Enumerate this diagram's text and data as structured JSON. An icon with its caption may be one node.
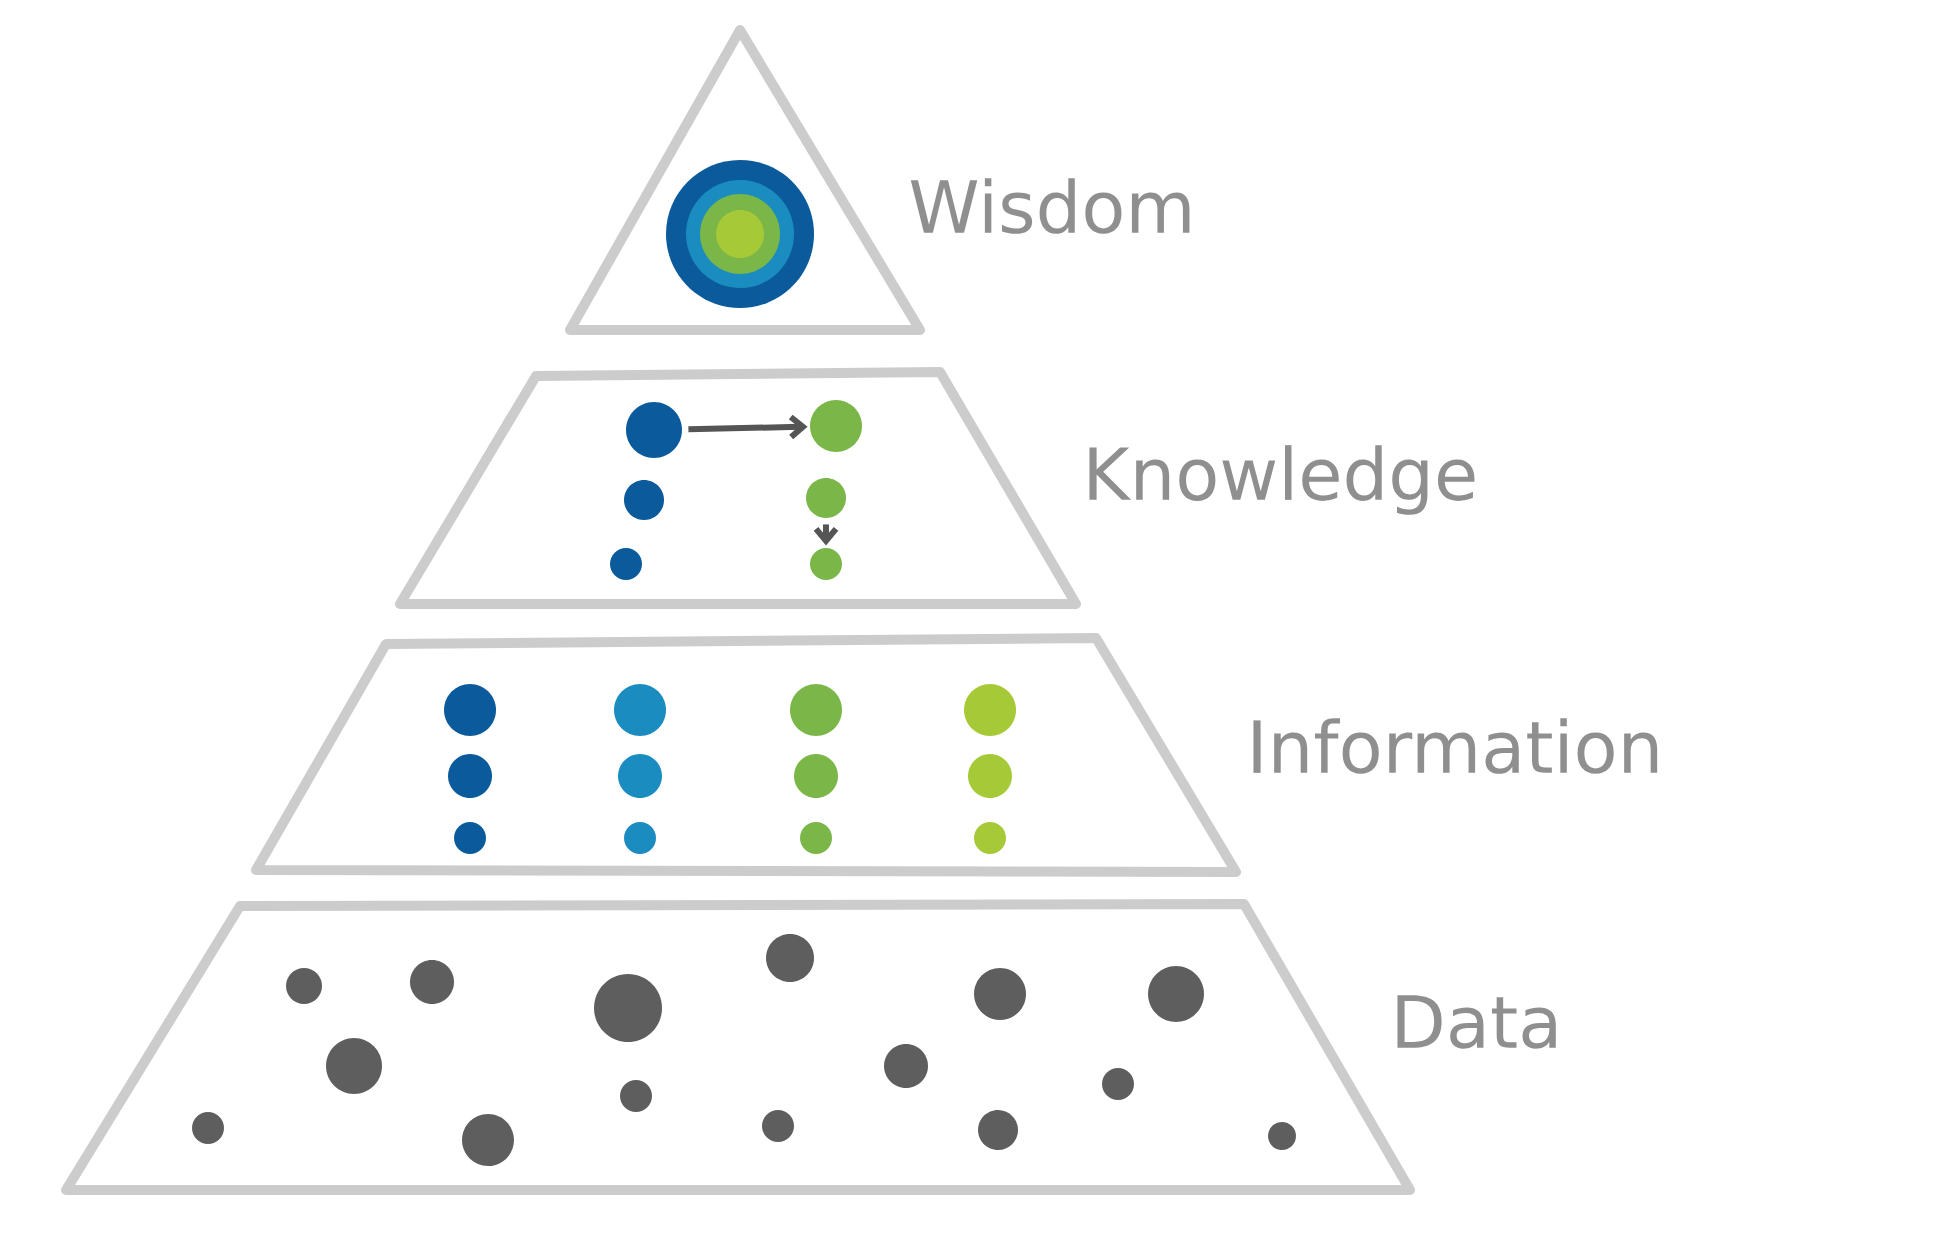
{
  "diagram": {
    "nodes": [
      {
        "text": [
          "Wisdom"
        ]
      },
      {
        "text": [
          "Knowledge"
        ]
      },
      {
        "text": [],
        "shape": "circle",
        "in": 1
      },
      {
        "text": [],
        "shape": "circle",
        "in": 1
      },
      {
        "text": [],
        "shape": "circle",
        "in": 1
      },
      {
        "text": [],
        "shape": "circle",
        "in": 1
      },
      {
        "text": [
          "Information"
        ]
      },
      {
        "text": [
          "Data"
        ]
      }
    ],
    "edges": [
      {
        "from": 2,
        "to": 3,
        "arrow": "to"
      },
      {
        "from": 4,
        "to": 5,
        "arrow": "to"
      }
    ]
  }
}
